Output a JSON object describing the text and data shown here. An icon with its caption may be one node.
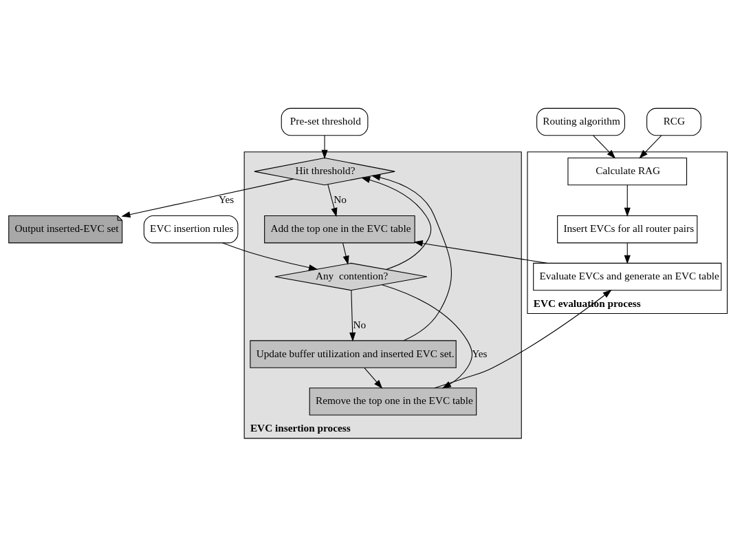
{
  "diagram": {
    "nodes": [
      {
        "text": [
          "EVC evaluation process"
        ]
      },
      {
        "text": [
          "RCG"
        ]
      },
      {
        "text": [
          "Routing algorithm"
        ]
      },
      {
        "text": [
          "Calculate RAG"
        ],
        "in": 0
      },
      {
        "text": [
          "Insert EVCs for all router pairs"
        ],
        "in": 0
      },
      {
        "text": [
          "Evaluate EVCs and generate an EVC table"
        ],
        "in": 0
      },
      {
        "text": [
          "Pre-set threshold"
        ]
      },
      {
        "text": [
          "EVC insertion process"
        ]
      },
      {
        "text": [
          "Hit threshold?"
        ],
        "in": 7
      },
      {
        "text": [
          "Output inserted-EVC set"
        ]
      },
      {
        "text": [
          "Add the top one in the EVC table"
        ],
        "in": 7
      },
      {
        "text": [
          "EVC insertion rules"
        ]
      },
      {
        "text": [
          "Any  contention?"
        ],
        "in": 7
      },
      {
        "text": [
          "Update buffer utilization and inserted EVC set."
        ],
        "in": 7
      },
      {
        "text": [
          "Remove the top one in the EVC table"
        ],
        "in": 7
      }
    ],
    "edges": [
      {
        "from": 1,
        "to": 3,
        "arrow": "to"
      },
      {
        "from": 2,
        "to": 3,
        "arrow": "to"
      },
      {
        "from": 3,
        "to": 4,
        "arrow": "to"
      },
      {
        "from": 4,
        "to": 5,
        "arrow": "to"
      },
      {
        "from": 5,
        "to": 10,
        "arrow": "to"
      },
      {
        "from": 6,
        "to": 8,
        "arrow": "to"
      },
      {
        "from": 8,
        "to": 9,
        "arrow": "to",
        "label": "Yes"
      },
      {
        "from": 8,
        "to": 10,
        "arrow": "to",
        "label": "No"
      },
      {
        "from": 10,
        "to": 12,
        "arrow": "to"
      },
      {
        "from": 11,
        "to": 12,
        "arrow": "to"
      },
      {
        "from": 12,
        "to": 13,
        "arrow": "to",
        "label": "No"
      },
      {
        "from": 12,
        "to": 14,
        "arrow": "to",
        "label": "Yes"
      },
      {
        "from": 13,
        "to": 14,
        "arrow": "to"
      },
      {
        "from": 13,
        "to": 8,
        "arrow": "to"
      },
      {
        "from": 12,
        "to": 8,
        "arrow": "to"
      },
      {
        "from": 14,
        "to": 5,
        "arrow": "to"
      }
    ]
  }
}
